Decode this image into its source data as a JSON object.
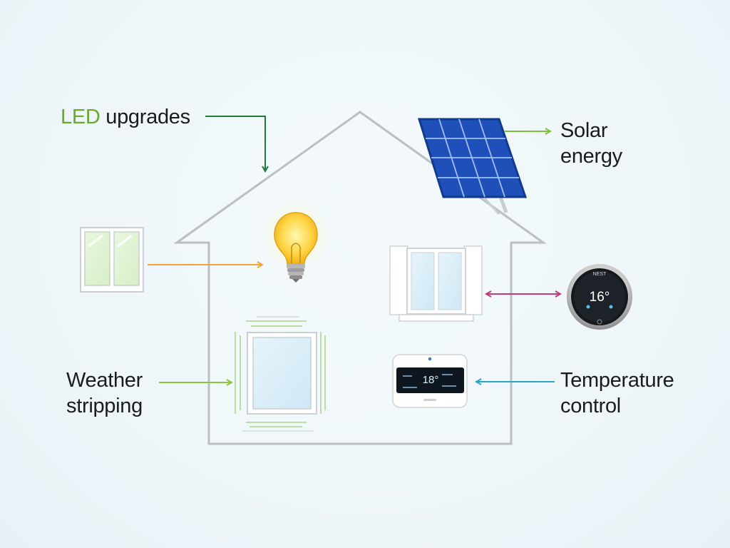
{
  "labels": {
    "led": {
      "accent": "LED",
      "rest": " upgrades"
    },
    "solar": {
      "line1": "Solar",
      "line2": "energy"
    },
    "weather": {
      "line1": "Weather",
      "line2": "stripping"
    },
    "temperature": {
      "line1": "Temperature",
      "line2": "control"
    }
  },
  "thermostat_round": {
    "brand": "NEST",
    "temp": "16°"
  },
  "thermostat_panel": {
    "temp": "18°"
  },
  "colors": {
    "led_arrow": "#1f7a3a",
    "solar_arrow": "#7cbf3a",
    "bulb_arrow": "#f0a43a",
    "window_arrow": "#c23a7a",
    "weather_arrow": "#8cc63f",
    "temp_arrow": "#2aa6c4",
    "house_outline": "#b9bfc2",
    "solar_panel": "#1f4fb8",
    "led_accent": "#6aa82e"
  }
}
